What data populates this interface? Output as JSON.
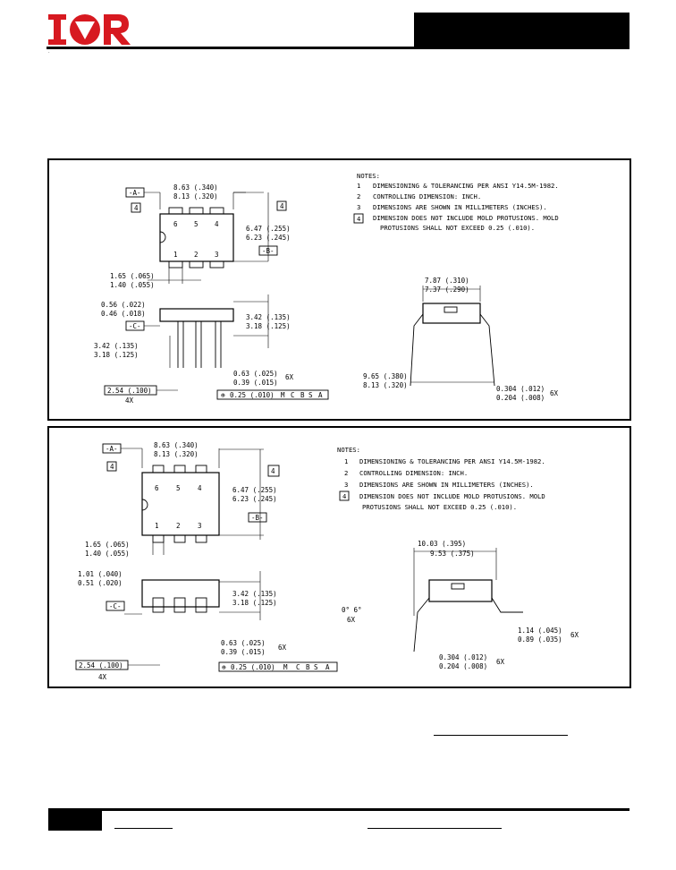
{
  "header": {
    "logo_text": "IOR",
    "brand_color": "#d71920",
    "part_number_box": ""
  },
  "panel1": {
    "datum_a": "-A-",
    "datum_b": "-B-",
    "datum_c": "-C-",
    "note_ref": "4",
    "pin_top": [
      "6",
      "5",
      "4"
    ],
    "pin_bottom": [
      "1",
      "2",
      "3"
    ],
    "dims": {
      "length": [
        "8.63 (.340)",
        "8.13 (.320)"
      ],
      "width": [
        "6.47 (.255)",
        "6.23 (.245)"
      ],
      "pin_pitch": [
        "1.65 (.065)",
        "1.40 (.055)"
      ],
      "standoff": [
        "0.56 (.022)",
        "0.46 (.018)"
      ],
      "height_r": [
        "3.42 (.135)",
        "3.18 (.125)"
      ],
      "lead_len": [
        "3.42 (.135)",
        "3.18 (.125)"
      ],
      "lead_w": [
        "0.63 (.025)",
        "0.39 (.015)"
      ],
      "lead_w_qty": "6X",
      "spacing": "2.54 (.100)",
      "spacing_qty": "4X",
      "tol": "0.25 (.010)",
      "tol_m": "M",
      "tol_c": "C",
      "tol_b": "B",
      "tol_s": "S",
      "tol_a": "A",
      "row_span": [
        "7.87 (.310)",
        "7.37 (.290)"
      ],
      "lead_span": [
        "9.65 (.380)",
        "8.13 (.320)"
      ],
      "lead_t": [
        "0.304 (.012)",
        "0.204 (.008)"
      ],
      "lead_t_qty": "6X"
    },
    "notes_title": "NOTES:",
    "notes": [
      {
        "num": "1",
        "text": "DIMENSIONING & TOLERANCING PER ANSI Y14.5M-1982."
      },
      {
        "num": "2",
        "text": "CONTROLLING DIMENSION: INCH."
      },
      {
        "num": "3",
        "text": "DIMENSIONS ARE SHOWN IN MILLIMETERS (INCHES)."
      },
      {
        "num": "4",
        "text": "DIMENSION DOES NOT INCLUDE MOLD PROTUSIONS. MOLD"
      },
      {
        "num": "",
        "text": "PROTUSIONS SHALL NOT EXCEED 0.25 (.010)."
      }
    ]
  },
  "panel2": {
    "datum_a": "-A-",
    "datum_b": "-B-",
    "datum_c": "-C-",
    "note_ref": "4",
    "pin_top": [
      "6",
      "5",
      "4"
    ],
    "pin_bottom": [
      "1",
      "2",
      "3"
    ],
    "dims": {
      "length": [
        "8.63 (.340)",
        "8.13 (.320)"
      ],
      "width": [
        "6.47 (.255)",
        "6.23 (.245)"
      ],
      "pin_pitch": [
        "1.65 (.065)",
        "1.40 (.055)"
      ],
      "standoff": [
        "1.01 (.040)",
        "0.51 (.020)"
      ],
      "height_r": [
        "3.42 (.135)",
        "3.18 (.125)"
      ],
      "lead_w": [
        "0.63 (.025)",
        "0.39 (.015)"
      ],
      "lead_w_qty": "6X",
      "spacing": "2.54 (.100)",
      "spacing_qty": "4X",
      "tol": "0.25 (.010)",
      "tol_m": "M",
      "tol_c": "C",
      "tol_b": "B",
      "tol_s": "S",
      "tol_a": "A",
      "row_span": [
        "10.03 (.395)",
        "9.53 (.375)"
      ],
      "angle": "0° 6°",
      "angle_qty": "6X",
      "foot": [
        "1.14 (.045)",
        "0.89 (.035)"
      ],
      "foot_qty": "6X",
      "lead_t": [
        "0.304 (.012)",
        "0.204 (.008)"
      ],
      "lead_t_qty": "6X"
    },
    "notes_title": "NOTES:",
    "notes": [
      {
        "num": "1",
        "text": "DIMENSIONING & TOLERANCING PER ANSI Y14.5M-1982."
      },
      {
        "num": "2",
        "text": "CONTROLLING DIMENSION: INCH."
      },
      {
        "num": "3",
        "text": "DIMENSIONS ARE SHOWN IN MILLIMETERS (INCHES)."
      },
      {
        "num": "4",
        "text": "DIMENSION DOES NOT INCLUDE MOLD PROTUSIONS. MOLD"
      },
      {
        "num": "",
        "text": "PROTUSIONS SHALL NOT EXCEED 0.25 (.010)."
      }
    ]
  }
}
